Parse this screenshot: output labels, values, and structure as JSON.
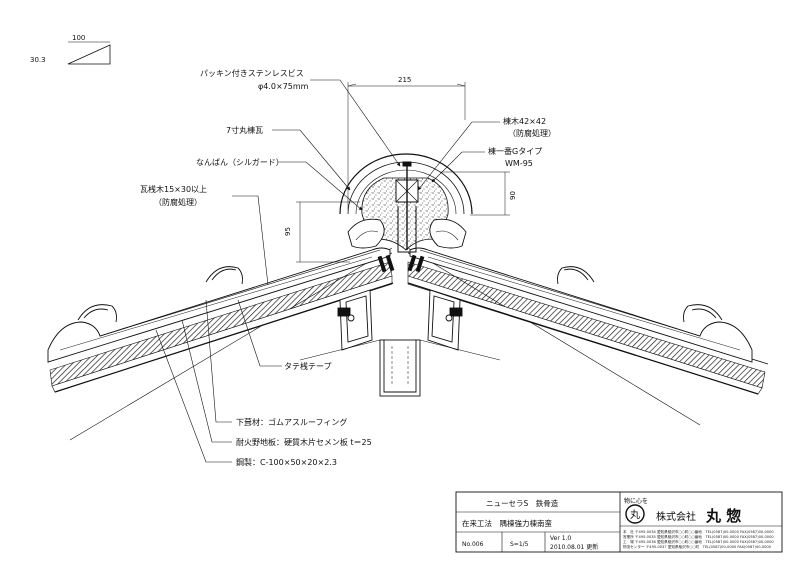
{
  "slope": {
    "run": "100",
    "rise": "30.3"
  },
  "dimensions": {
    "width": "215",
    "dim_left": "95",
    "dim_right": "90"
  },
  "labels": {
    "screw": "パッキン付きステンレスビス",
    "screw_size": "φ4.0×75mm",
    "ridge_tile": "7寸丸棟瓦",
    "nanban": "なんばん（シルガード）",
    "batten": "瓦桟木15×30以上",
    "batten_note": "（防腐処理）",
    "ridge_wood": "棟木42×42",
    "ridge_wood_note": "（防腐処理）",
    "ridge_type": "棟一番Gタイプ",
    "ridge_model": "WM-95",
    "tape": "タテ桟テープ",
    "underlay": "下葺材：ゴムアスルーフィング",
    "board": "耐火野地板：硬質木片セメン板 t＝25",
    "steel": "鋼製：C-100×50×20×2.3"
  },
  "title_block": {
    "product": "ニューセラS　鉄骨造",
    "method": "在来工法　隅棟強力棟南蛮",
    "number": "No.006",
    "scale": "S=1/5",
    "version": "Ver 1.0",
    "date": "2010.08.01 更新",
    "logo_text": "物に心を",
    "logo_mark": "丸",
    "company_prefix": "株式会社",
    "company_name": "丸 惣",
    "address_lines": [
      "本　社 〒495-0034 愛知県稲沢市○○町○○番地　TEL(0587)00-0000 FAX(0587)00-0000",
      "営業所 〒495-0035 愛知県稲沢市○○町○○番地　TEL(0587)00-0000 FAX(0587)00-0000",
      "工　場 〒495-0036 愛知県稲沢市○○町○○番地　TEL(0587)00-0000 FAX(0587)00-0000",
      "物流センター 〒495-0037 愛知県稲沢市○○町　TEL(0587)00-0000 FAX(0587)00-0000"
    ]
  }
}
